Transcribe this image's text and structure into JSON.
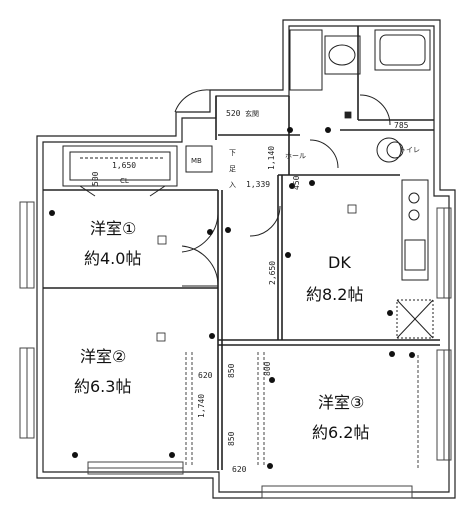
{
  "rooms": {
    "western1": {
      "name": "洋室①",
      "size": "約4.0帖"
    },
    "western2": {
      "name": "洋室②",
      "size": "約6.3帖"
    },
    "western3": {
      "name": "洋室③",
      "size": "約6.2帖"
    },
    "dk": {
      "name": "DK",
      "size": "約8.2帖"
    }
  },
  "labels": {
    "mb": "MB",
    "cl": "CL",
    "hall": "ホール",
    "genkan_top": "下",
    "genkan_mid": "足",
    "genkan_bottom": "入",
    "genkan": "玄関",
    "toilet": "トイレ"
  },
  "dimensions": {
    "d1650": "1,650",
    "d500": "500",
    "d520": "520",
    "d1140": "1,140",
    "d1339": "1,339",
    "d450": "450",
    "d785": "785",
    "d2650": "2,650",
    "d620a": "620",
    "d850a": "850",
    "d800": "800",
    "d1740": "1,740",
    "d850b": "850",
    "d620b": "620"
  }
}
